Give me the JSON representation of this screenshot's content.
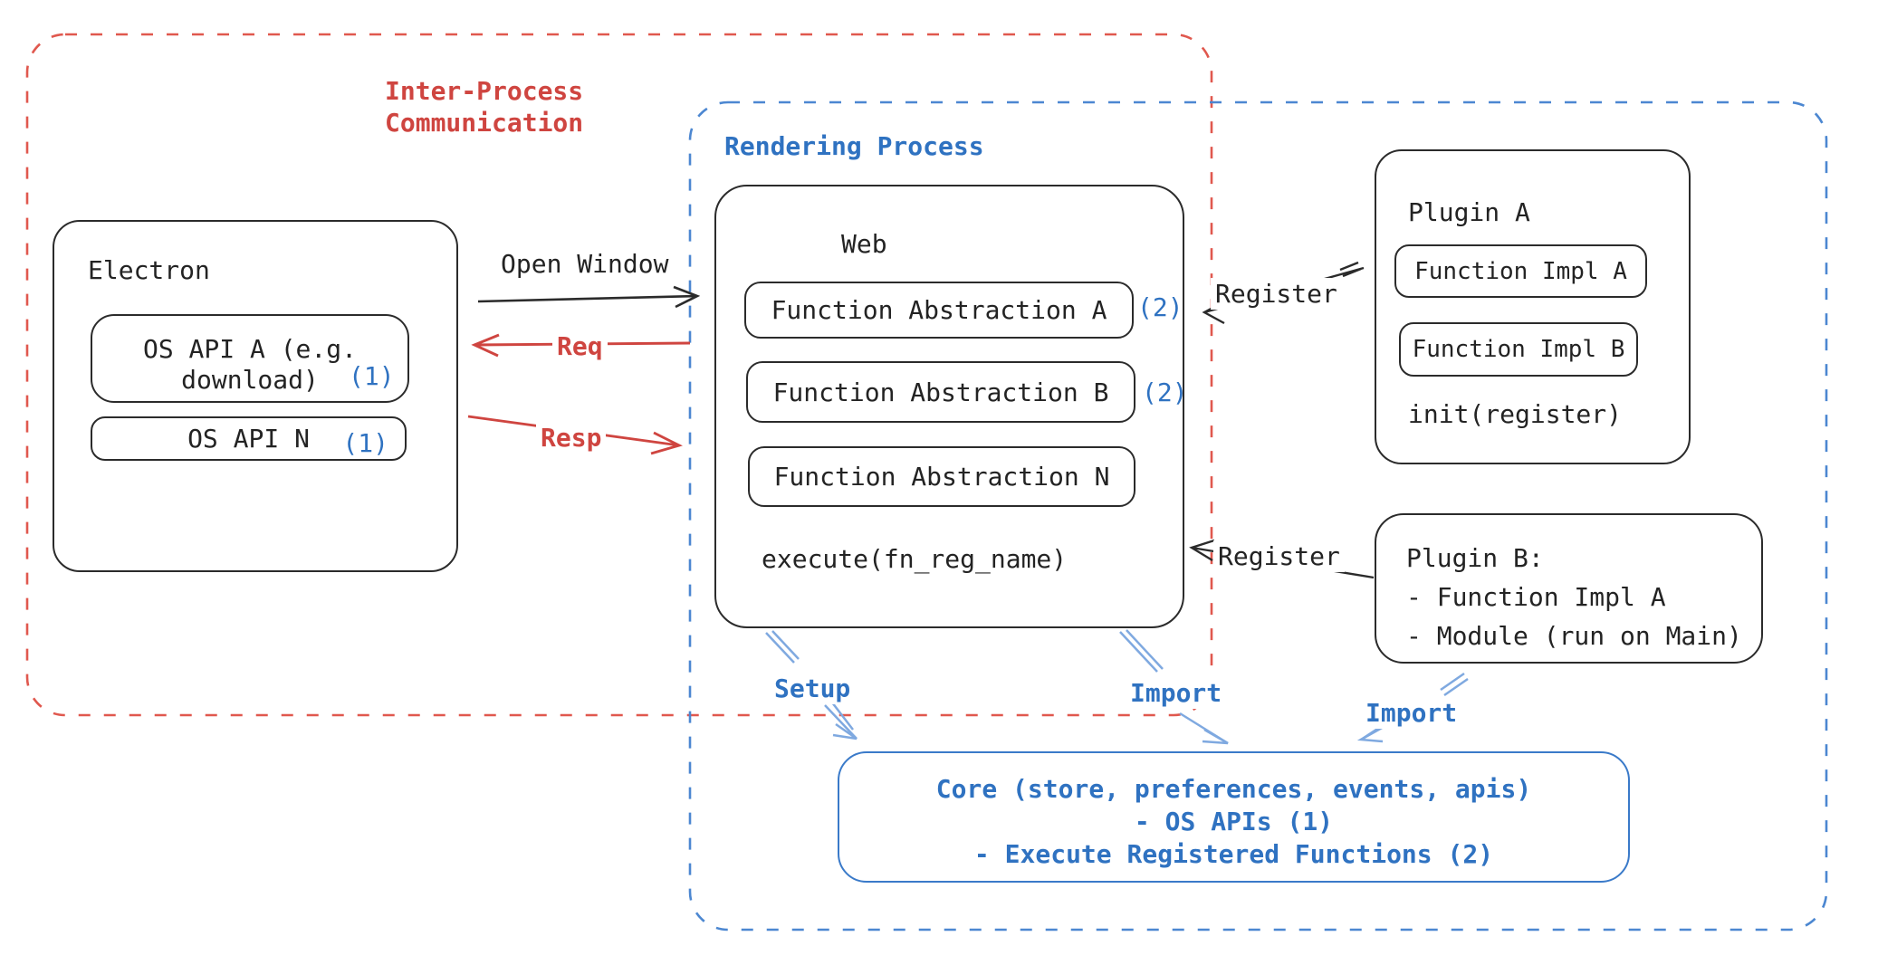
{
  "colors": {
    "red_accent": "#cf4540",
    "red_dash": "#e0584e",
    "blue_accent": "#2f72c1",
    "blue_dash": "#4c87d1",
    "light_blue_arrow": "#7fa9e0",
    "ink_black": "#232323"
  },
  "regions": {
    "ipc": {
      "label": "Inter-Process\nCommunication"
    },
    "rendering": {
      "label": "Rendering Process"
    }
  },
  "electron": {
    "title": "Electron",
    "os_api_a": {
      "line1": "OS API A (e.g.",
      "line2": "download)",
      "badge": "(1)"
    },
    "os_api_n": {
      "label": "OS API N",
      "badge": "(1)"
    }
  },
  "web": {
    "title": "Web",
    "abstractions": [
      {
        "label": "Function Abstraction A",
        "badge": "(2)"
      },
      {
        "label": "Function Abstraction B",
        "badge": "(2)"
      },
      {
        "label": "Function Abstraction N",
        "badge": ""
      }
    ],
    "execute_label": "execute(fn_reg_name)"
  },
  "plugin_a": {
    "title": "Plugin A",
    "impl_a": "Function Impl A",
    "impl_b": "Function Impl B",
    "init_label": "init(register)"
  },
  "plugin_b": {
    "title": "Plugin B:",
    "item1": "- Function Impl A",
    "item2": "- Module (run on Main)"
  },
  "core": {
    "line1": "Core (store, preferences, events, apis)",
    "line2": "- OS APIs (1)",
    "line3": "- Execute Registered Functions (2)"
  },
  "arrows": {
    "open_window": "Open Window",
    "req": "Req",
    "resp": "Resp",
    "register_top": "Register",
    "register_bottom": "Register",
    "setup": "Setup",
    "import_web": "Import",
    "import_plugin": "Import"
  }
}
